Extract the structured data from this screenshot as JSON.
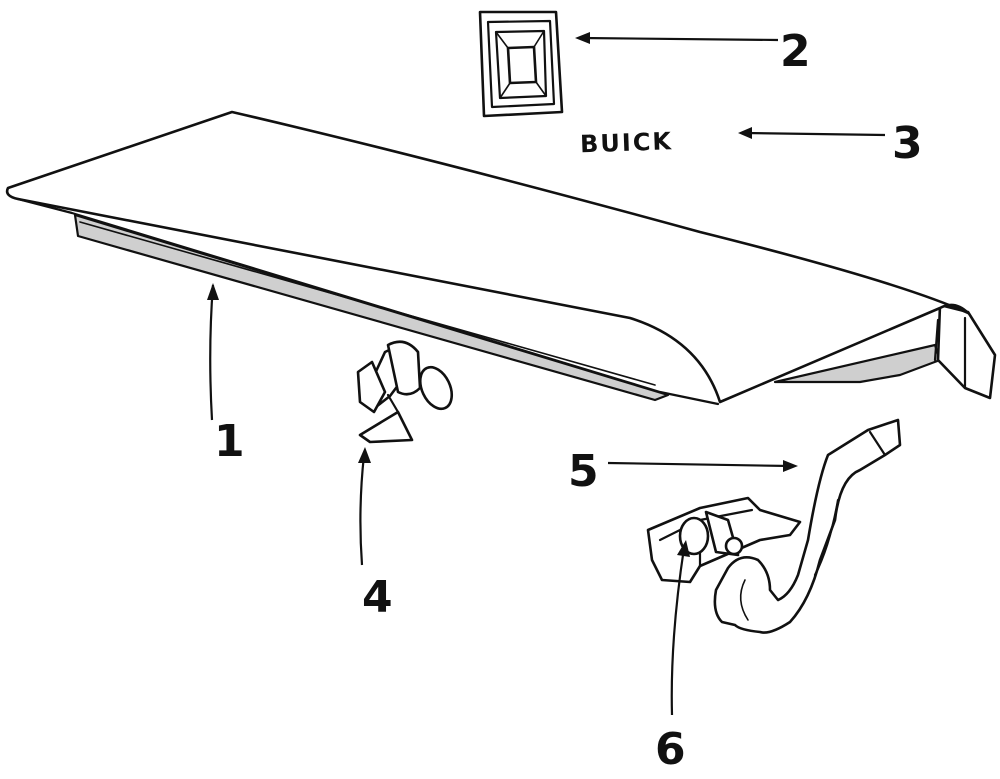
{
  "diagram": {
    "callouts": [
      "1",
      "2",
      "3",
      "4",
      "5",
      "6"
    ],
    "emblem_text": "BUICK"
  },
  "colors": {
    "ink": "#111111",
    "background": "#ffffff",
    "shade": "#cfcfcf"
  }
}
